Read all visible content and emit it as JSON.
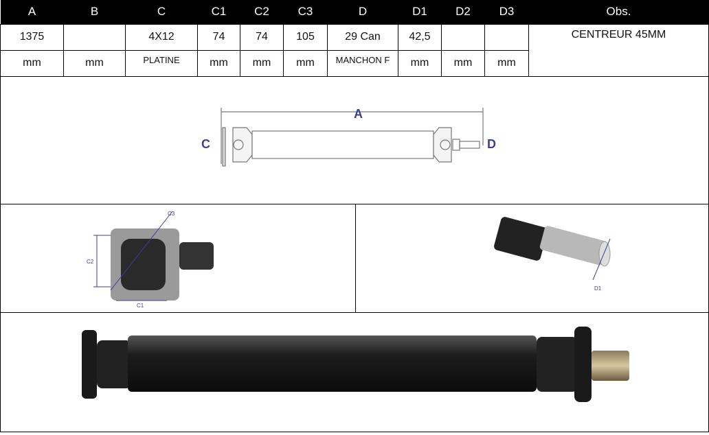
{
  "table": {
    "headers": [
      "A",
      "B",
      "C",
      "C1",
      "C2",
      "C3",
      "D",
      "D1",
      "D2",
      "D3",
      "Obs."
    ],
    "values": [
      "1375",
      "",
      "4X12",
      "74",
      "74",
      "105",
      "29 Can",
      "42,5",
      "",
      ""
    ],
    "units": [
      "mm",
      "mm",
      "PLATINE",
      "mm",
      "mm",
      "mm",
      "MANCHON F",
      "mm",
      "mm",
      "mm"
    ],
    "obs": "CENTREUR 45MM"
  },
  "diagram": {
    "a": "A",
    "c": "C",
    "d": "D"
  },
  "flange_photo": {
    "c1": "C1",
    "c2": "C2",
    "c3": "C3"
  },
  "shaft_end_photo": {
    "d1": "D1"
  }
}
